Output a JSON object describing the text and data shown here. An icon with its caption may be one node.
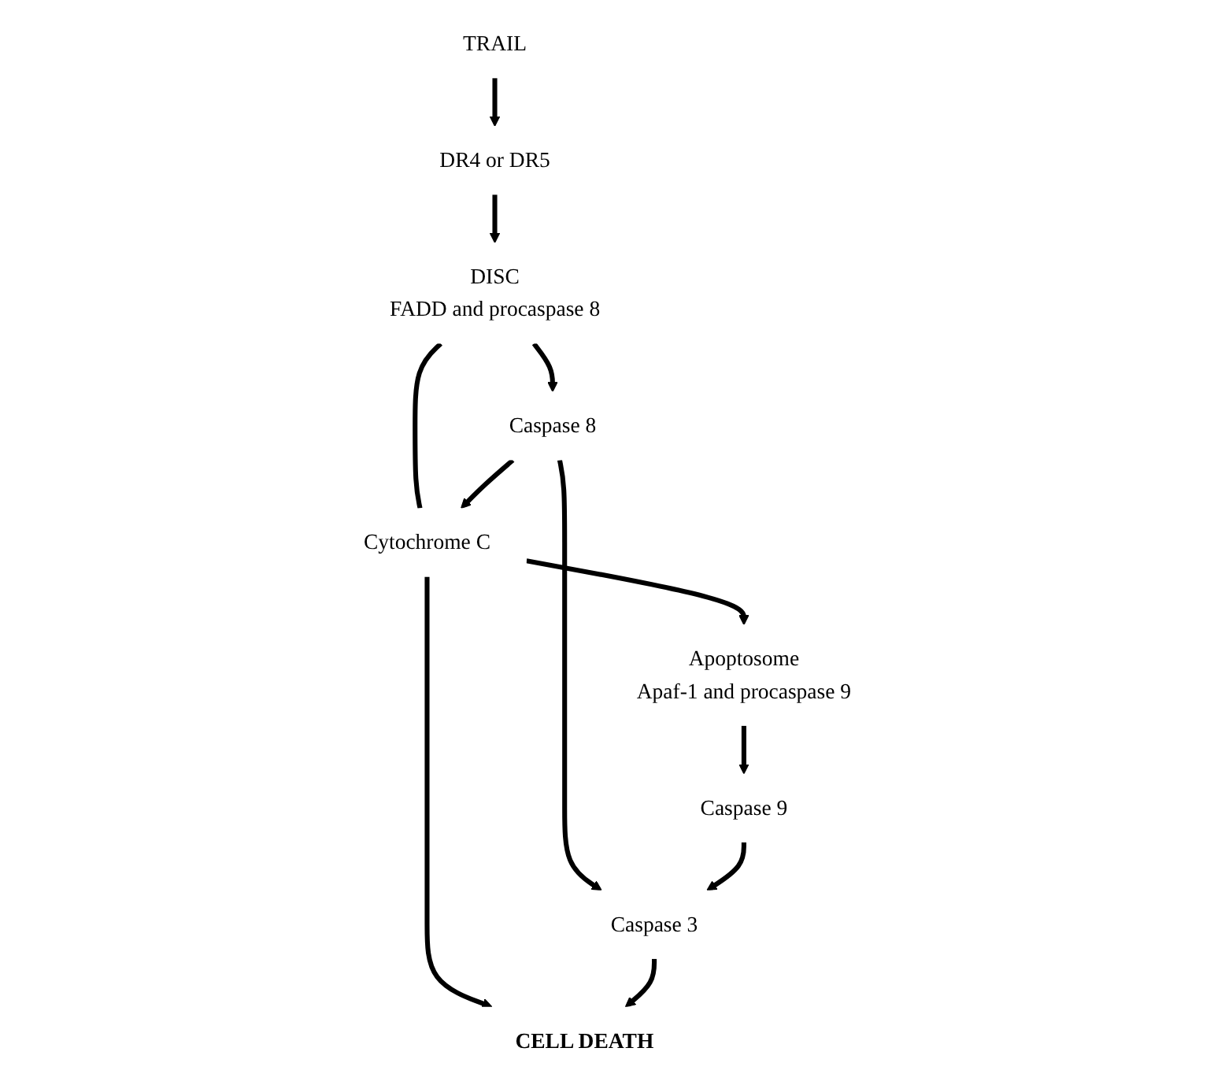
{
  "diagram": {
    "nodes": [
      {
        "text": [
          "TRAIL"
        ]
      },
      {
        "text": [
          "DR4 or DR5"
        ]
      },
      {
        "text": [
          "DISC",
          "FADD and procaspase 8"
        ]
      },
      {
        "text": [
          "Cytochrome C"
        ]
      },
      {
        "text": [
          "Caspase 8"
        ]
      },
      {
        "text": [
          "Apoptosome",
          "Apaf-1 and procaspase 9"
        ]
      },
      {
        "text": [
          "Caspase 9"
        ]
      },
      {
        "text": [
          "Caspase 3"
        ]
      },
      {
        "text": [
          "CELL DEATH"
        ]
      }
    ],
    "edges": [
      {
        "from": 0,
        "to": 1,
        "arrow": "to"
      },
      {
        "from": 1,
        "to": 2,
        "arrow": "to"
      },
      {
        "from": 2,
        "to": 3,
        "arrow": "none"
      },
      {
        "from": 2,
        "to": 4,
        "arrow": "to"
      },
      {
        "from": 4,
        "to": 3,
        "arrow": "to"
      },
      {
        "from": 3,
        "to": 5,
        "arrow": "to"
      },
      {
        "from": 3,
        "to": 8,
        "arrow": "to"
      },
      {
        "from": 4,
        "to": 7,
        "arrow": "to"
      },
      {
        "from": 5,
        "to": 6,
        "arrow": "to"
      },
      {
        "from": 6,
        "to": 7,
        "arrow": "to"
      },
      {
        "from": 7,
        "to": 8,
        "arrow": "to"
      }
    ]
  }
}
